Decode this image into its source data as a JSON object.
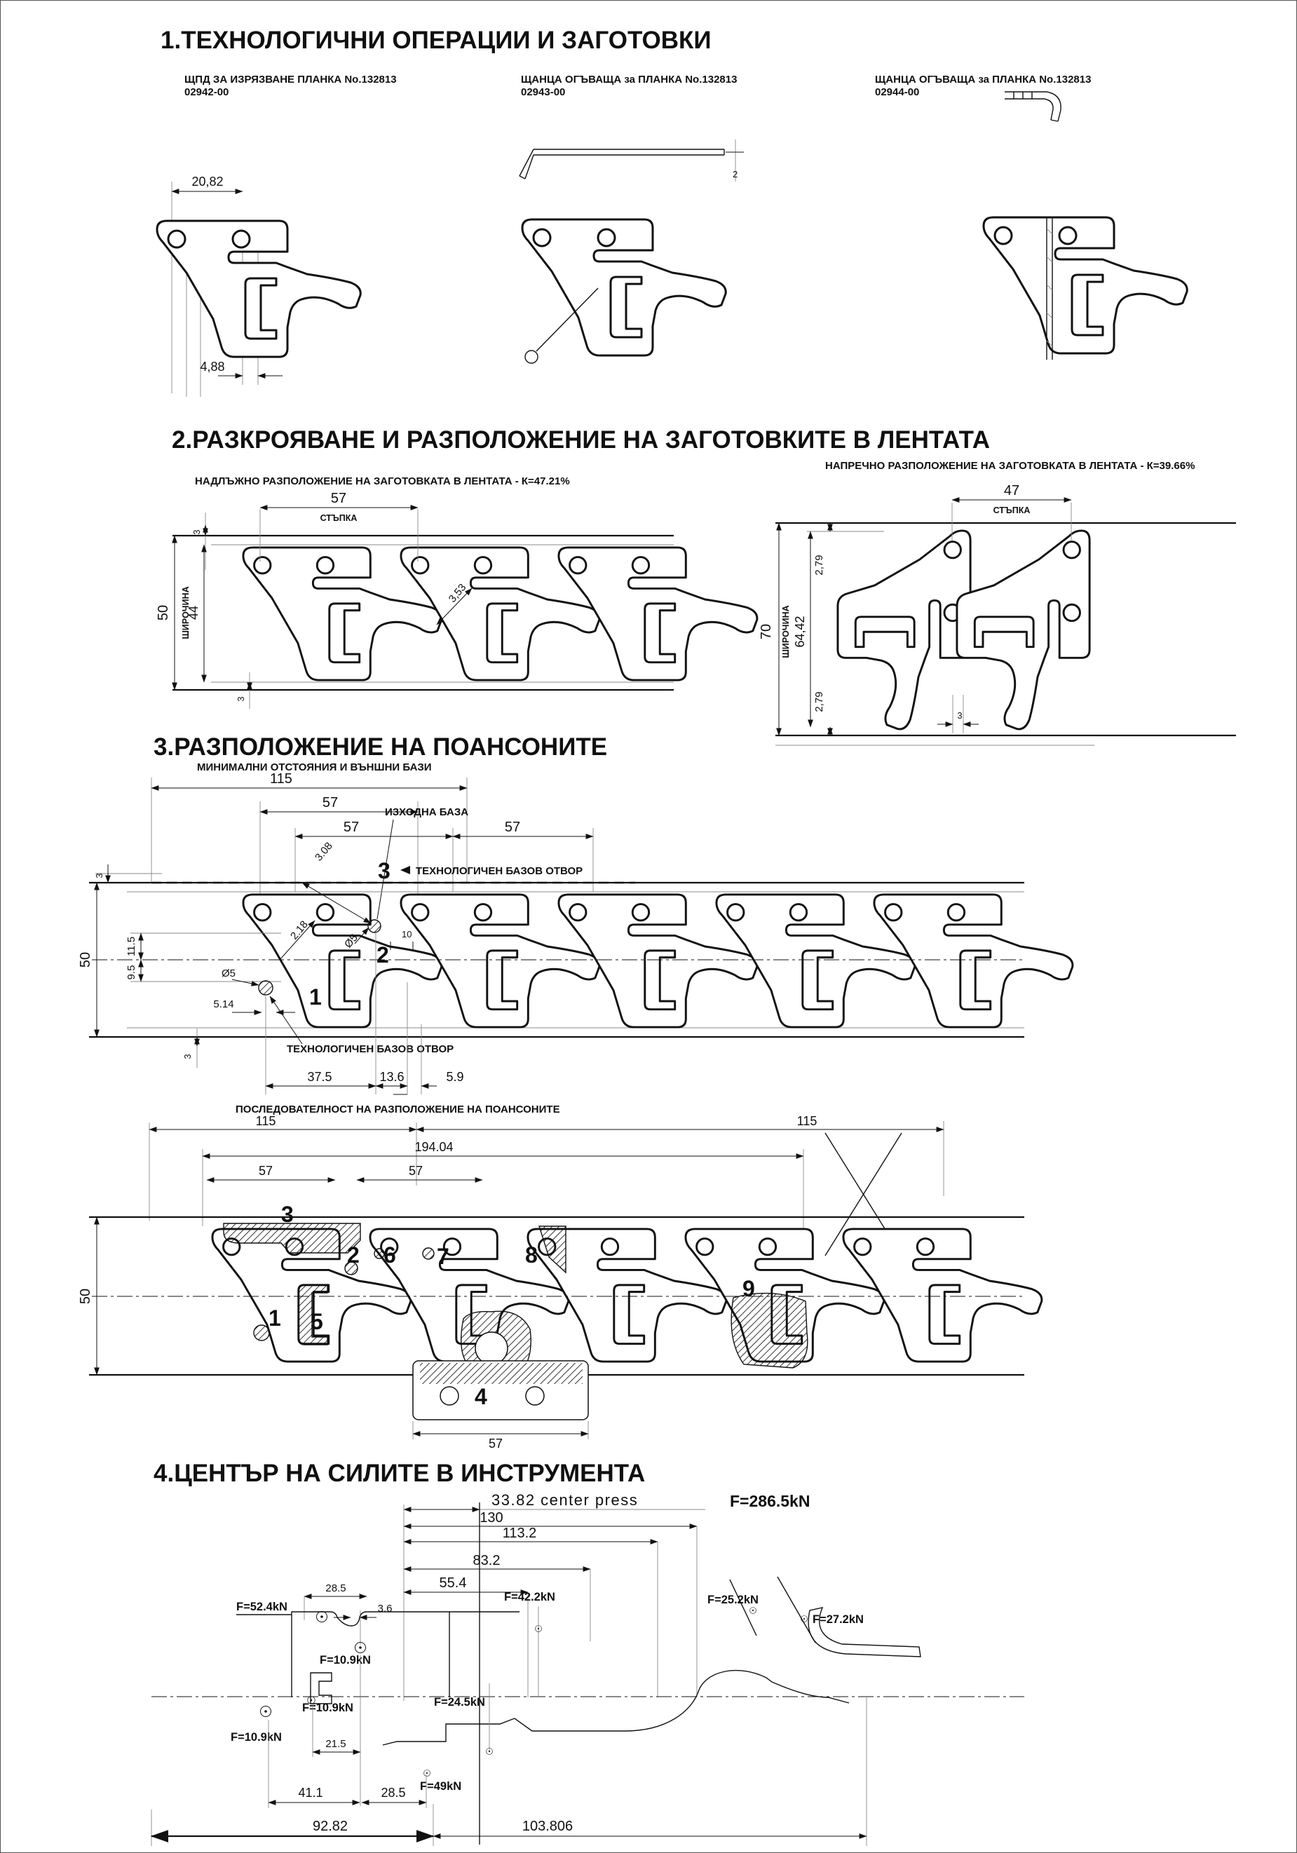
{
  "titles": {
    "t1": "1.ТЕХНОЛОГИЧНИ ОПЕРАЦИИ И ЗАГОТОВКИ",
    "t2": "2.РАЗКРОЯВАНЕ И РАЗПОЛОЖЕНИЕ НА ЗАГОТОВКИТЕ В ЛЕНТАТА",
    "t3": "3.РАЗПОЛОЖЕНИЕ НА ПОАНСОНИТЕ",
    "t4": "4.ЦЕНТЪР НА СИЛИТЕ В ИНСТРУМЕНТА"
  },
  "s1": {
    "ops": [
      {
        "line1": "ЩПД ЗА ИЗРЯЗВАНЕ ПЛАНКА No.132813",
        "line2": "02942-00",
        "dim_top": "20,82",
        "dim_bottom": "4,88"
      },
      {
        "line1": "ЩАНЦА ОГЪВАЩА за ПЛАНКА No.132813",
        "line2": "02943-00",
        "thickness": "2"
      },
      {
        "line1": "ЩАНЦА ОГЪВАЩА за ПЛАНКА No.132813",
        "line2": "02944-00"
      }
    ]
  },
  "s2": {
    "left": {
      "label": "НАДЛЪЖНО РАЗПОЛОЖЕНИЕ НА ЗАГОТОВКАТА В ЛЕНТАТА - К=47.21%",
      "step": "57",
      "step_word": "СТЪПКА",
      "margin_top": "3",
      "margin_bottom": "3",
      "width": "50",
      "width_word": "ШИРОЧИНА",
      "inner": "44",
      "bridge": "3,53"
    },
    "right": {
      "label": "НАПРЕЧНО РАЗПОЛОЖЕНИЕ НА ЗАГОТОВКАТА В ЛЕНТАТА - К=39.66%",
      "step": "47",
      "step_word": "СТЪПКА",
      "margin_top": "2,79",
      "margin_bottom": "2,79",
      "width": "70",
      "width_word": "ШИРОЧИНА",
      "inner": "64,42",
      "gap": "3"
    }
  },
  "s3": {
    "a": {
      "label": "МИНИМАЛНИ ОТСТОЯНИЯ И ВЪНШНИ БАЗИ",
      "d115": "115",
      "d57": "57",
      "d3": "3",
      "base_label": "ИЗХОДНА БАЗА",
      "tech_label": "ТЕХНОЛОГИЧЕН БАЗОВ ОТВОР",
      "d308": "3.08",
      "d218": "2.18",
      "dia5": "Ø5",
      "d10": "10",
      "d115h": "11.5",
      "d95": "9.5",
      "d50": "50",
      "d514": "5.14",
      "d375": "37.5",
      "d136": "13.6",
      "d59": "5.9",
      "n1": "1",
      "n2": "2",
      "n3": "3"
    },
    "b": {
      "label": "ПОСЛЕДОВАТЕЛНОСТ НА РАЗПОЛОЖЕНИЕ НА ПОАНСОНИТЕ",
      "d115": "115",
      "d194": "194.04",
      "d57": "57",
      "d50": "50",
      "n1": "1",
      "n2": "2",
      "n3": "3",
      "n4": "4",
      "n5": "5",
      "n6": "6",
      "n7": "7",
      "n8": "8",
      "n9": "9"
    }
  },
  "s4": {
    "center_label": "33.82 center press",
    "force_total": "F=286.5kN",
    "d130": "130",
    "d113": "113.2",
    "d83": "83.2",
    "d55": "55.4",
    "d285": "28.5",
    "d36": "3.6",
    "d215": "21.5",
    "d411": "41.1",
    "d285b": "28.5",
    "d928": "92.82",
    "d1038": "103.806",
    "f52": "F=52.4kN",
    "f109": "F=10.9kN",
    "f42": "F=42.2kN",
    "f25": "F=25.2kN",
    "f27": "F=27.2kN",
    "f245": "F=24.5kN",
    "f49": "F=49kN"
  }
}
